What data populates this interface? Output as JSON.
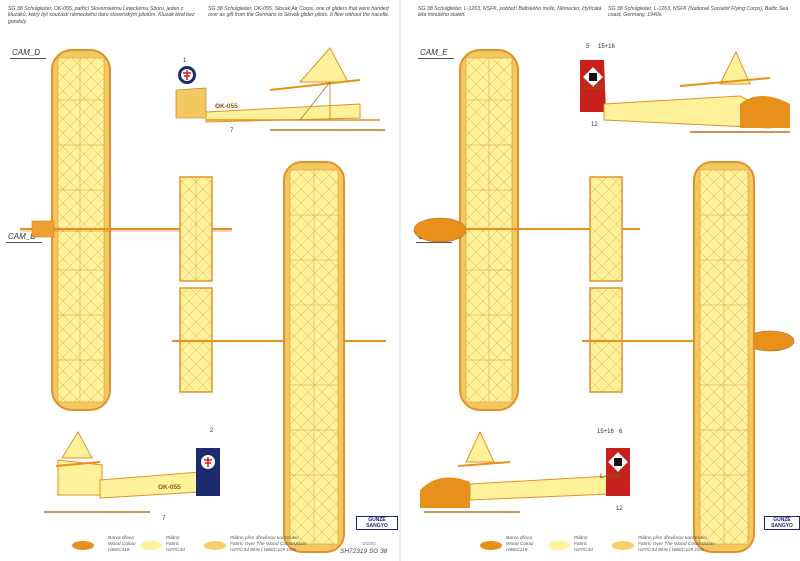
{
  "left": {
    "desc_cz": "SG 38 Schulgleiter, OK-055, patřící Slovenskému Leteckému Sboru, jeden z kluzáků, který byl součástí německého daru slovenským pilotům. Kluzák létal bez gondoly.",
    "desc_en": "SG 38 Schulgleiter, OK-055, Slovak Air Corps, one of gliders that were handed over as gift from the Germans to Slovak glider pilots. It flew without the nacelle.",
    "cam_label": "CAM_D",
    "registration": "OK-055",
    "callouts": [
      "1",
      "7",
      "2",
      "7"
    ],
    "legend": [
      {
        "lines": [
          "Barva dřeva",
          "Wood Colour",
          "H66/C119"
        ],
        "color": "#e8901c"
      },
      {
        "lines": [
          "Plátno",
          "Fabric",
          "H27/C44"
        ],
        "color": "#fff29a"
      },
      {
        "lines": [
          "Plátno přes dřevěnou konstrukci",
          "Fabric Over The Wood Construction",
          "H27/C44 85% | H66/C119 15%"
        ],
        "color": "#f7cf6a"
      }
    ],
    "footer_code": "SH72319 SG 38",
    "page_num": "3/1002"
  },
  "right": {
    "desc_cz": "SG 38 Schulgleiter, L-1263, NSFK, pobřeží Baltského moře, Německo, čtyřicátá léta minulého století.",
    "desc_en": "SG 38 Schulgleiter, L-1263, NSFK (National Socialist Flying Corps), Baltic Sea coast, Germany, 1940s.",
    "cam_label": "CAM_E",
    "registration": "L-1263",
    "callouts": [
      "5",
      "15+16",
      "12",
      "15+16",
      "6",
      "12"
    ],
    "legend": [
      {
        "lines": [
          "Barva dřeva",
          "Wood Colour",
          "H66/C119"
        ],
        "color": "#e8901c"
      },
      {
        "lines": [
          "Plátno",
          "Fabric",
          "H27/C44"
        ],
        "color": "#fff29a"
      },
      {
        "lines": [
          "Plátno přes dřevěnou konstrukci",
          "Fabric Over The Wood Construction",
          "H27/C44 85% | H66/C119 15%"
        ],
        "color": "#f7cf6a"
      }
    ]
  },
  "brand": {
    "line1": "GUNZE",
    "line2": "SANGYO"
  },
  "colors": {
    "wood": "#e8901c",
    "fabric": "#fff29a",
    "mix": "#f7cf6a",
    "red": "#c8201e",
    "navy": "#1e2a6e"
  }
}
